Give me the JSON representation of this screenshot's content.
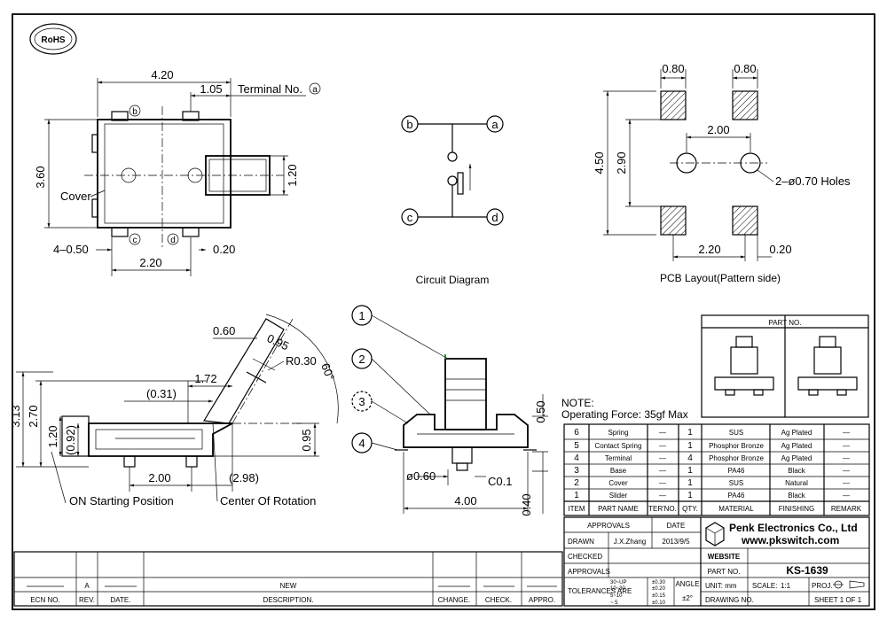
{
  "rohs": "RoHS",
  "top_view": {
    "dim_width": "4.20",
    "dim_terminal_offset": "1.05",
    "terminal_label": "Terminal No.",
    "dim_height": "3.60",
    "dim_slider": "1.20",
    "cover_label": "Cover",
    "dim_pads": "4–0.50",
    "dim_pitch": "2.20",
    "dim_edge": "0.20",
    "pins": [
      "a",
      "b",
      "c",
      "d"
    ]
  },
  "circuit": {
    "caption": "Circuit Diagram",
    "pins": [
      "a",
      "b",
      "c",
      "d"
    ]
  },
  "pcb": {
    "caption": "PCB Layout(Pattern side)",
    "dim_pad_w1": "0.80",
    "dim_pad_w2": "0.80",
    "dim_outer": "4.50",
    "dim_inner": "2.90",
    "dim_holes_pitch": "2.00",
    "holes_label": "2–ø0.70 Holes",
    "dim_pad_pitch": "2.20",
    "dim_edge": "0.20"
  },
  "side_view": {
    "dim_060": "0.60",
    "dim_095_top": "0.95",
    "radius": "R0.30",
    "angle": "60°",
    "dim_172": "1.72",
    "dim_031": "(0.31)",
    "dim_313": "3.13",
    "dim_270": "2.70",
    "dim_120": "1.20",
    "dim_092": "(0.92)",
    "dim_095": "0.95",
    "dim_200": "2.00",
    "dim_298": "(2.98)",
    "on_label": "ON Starting Position",
    "center_label": "Center Of Rotation"
  },
  "front_view": {
    "callouts": [
      "1",
      "2",
      "3",
      "4"
    ],
    "dim_060": "ø0.60",
    "dim_c01": "C0.1",
    "dim_400": "4.00",
    "dim_040": "0.40",
    "dim_050": "0.50"
  },
  "part_no_box": {
    "title": "PART NO."
  },
  "note": {
    "title": "NOTE:",
    "text": "Operating Force: 35gf Max"
  },
  "bom": {
    "headers": [
      "ITEM",
      "PART NAME",
      "TER'NO.",
      "QTY.",
      "MATERIAL",
      "FINISHING",
      "REMARK"
    ],
    "rows": [
      {
        "item": "6",
        "name": "Spring",
        "ter": "—",
        "qty": "1",
        "material": "SUS",
        "finishing": "Ag Plated",
        "remark": "—"
      },
      {
        "item": "5",
        "name": "Contact Spring",
        "ter": "—",
        "qty": "1",
        "material": "Phosphor Bronze",
        "finishing": "Ag Plated",
        "remark": "—"
      },
      {
        "item": "4",
        "name": "Terminal",
        "ter": "—",
        "qty": "4",
        "material": "Phosphor Bronze",
        "finishing": "Ag Plated",
        "remark": "—"
      },
      {
        "item": "3",
        "name": "Base",
        "ter": "—",
        "qty": "1",
        "material": "PA46",
        "finishing": "Black",
        "remark": "—"
      },
      {
        "item": "2",
        "name": "Cover",
        "ter": "—",
        "qty": "1",
        "material": "SUS",
        "finishing": "Natural",
        "remark": "—"
      },
      {
        "item": "1",
        "name": "Slider",
        "ter": "—",
        "qty": "1",
        "material": "PA46",
        "finishing": "Black",
        "remark": "—"
      }
    ]
  },
  "title_block": {
    "approvals": "APPROVALS",
    "date": "DATE",
    "drawn": "DRAWN",
    "drawn_by": "J.X.Zhang",
    "drawn_date": "2013/9/5",
    "checked": "CHECKED",
    "approvals2": "APPROVALS",
    "tolerances": "TOLERANCES  ARE",
    "tol_rows": [
      [
        "30~UP",
        "±0.30"
      ],
      [
        "10~30",
        "±0.20"
      ],
      [
        "5~10",
        "±0.15"
      ],
      [
        "~ 5",
        "±0.10"
      ]
    ],
    "angle": "ANGLE",
    "angle_tol": "±2°",
    "company": "Penk Electronics Co., Ltd",
    "url": "www.pkswitch.com",
    "website": "WEBSITE",
    "part_no_label": "PART NO.",
    "part_no": "KS-1639",
    "unit_label": "UNIT: mm",
    "scale_label": "SCALE:",
    "scale": "1:1",
    "proj": "PROJ.",
    "drawing_no": "DRAWING NO.",
    "sheet": "SHEET  1 OF 1"
  },
  "revision": {
    "rev": "A",
    "new": "NEW",
    "headers": [
      "ECN NO.",
      "REV.",
      "DATE.",
      "DESCRIPTION.",
      "CHANGE.",
      "CHECK.",
      "APPRO."
    ]
  }
}
